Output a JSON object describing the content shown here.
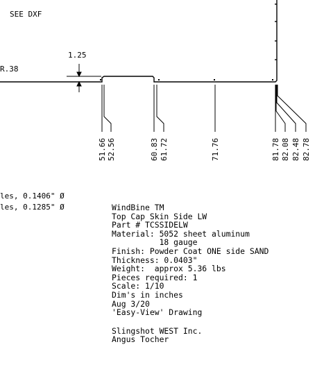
{
  "notes": {
    "see_dxf": "SEE DXF",
    "corner_radius": "R.38",
    "tab_height": "1.25",
    "hole_note_1": "les, 0.1406\" Ø",
    "hole_note_2": "les, 0.1285\" Ø"
  },
  "dimensions": [
    "51.66",
    "52.56",
    "60.83",
    "61.72",
    "71.76",
    "81.78",
    "82.08",
    "82.48",
    "82.78"
  ],
  "title_block": {
    "lines": [
      "WindBine TM",
      "Top Cap Skin Side LW",
      "Part # TCSSIDELW",
      "Material: 5052 sheet aluminum",
      "          18 gauge",
      "Finish: Powder Coat ONE side SAND",
      "Thickness: 0.0403\"",
      "Weight:  approx 5.36 lbs",
      "Pieces required: 1",
      "Scale: 1/10",
      "Dim's in inches",
      "Aug 3/20",
      "'Easy-View' Drawing"
    ],
    "company": "Slingshot WEST Inc.",
    "author": "Angus Tocher"
  }
}
